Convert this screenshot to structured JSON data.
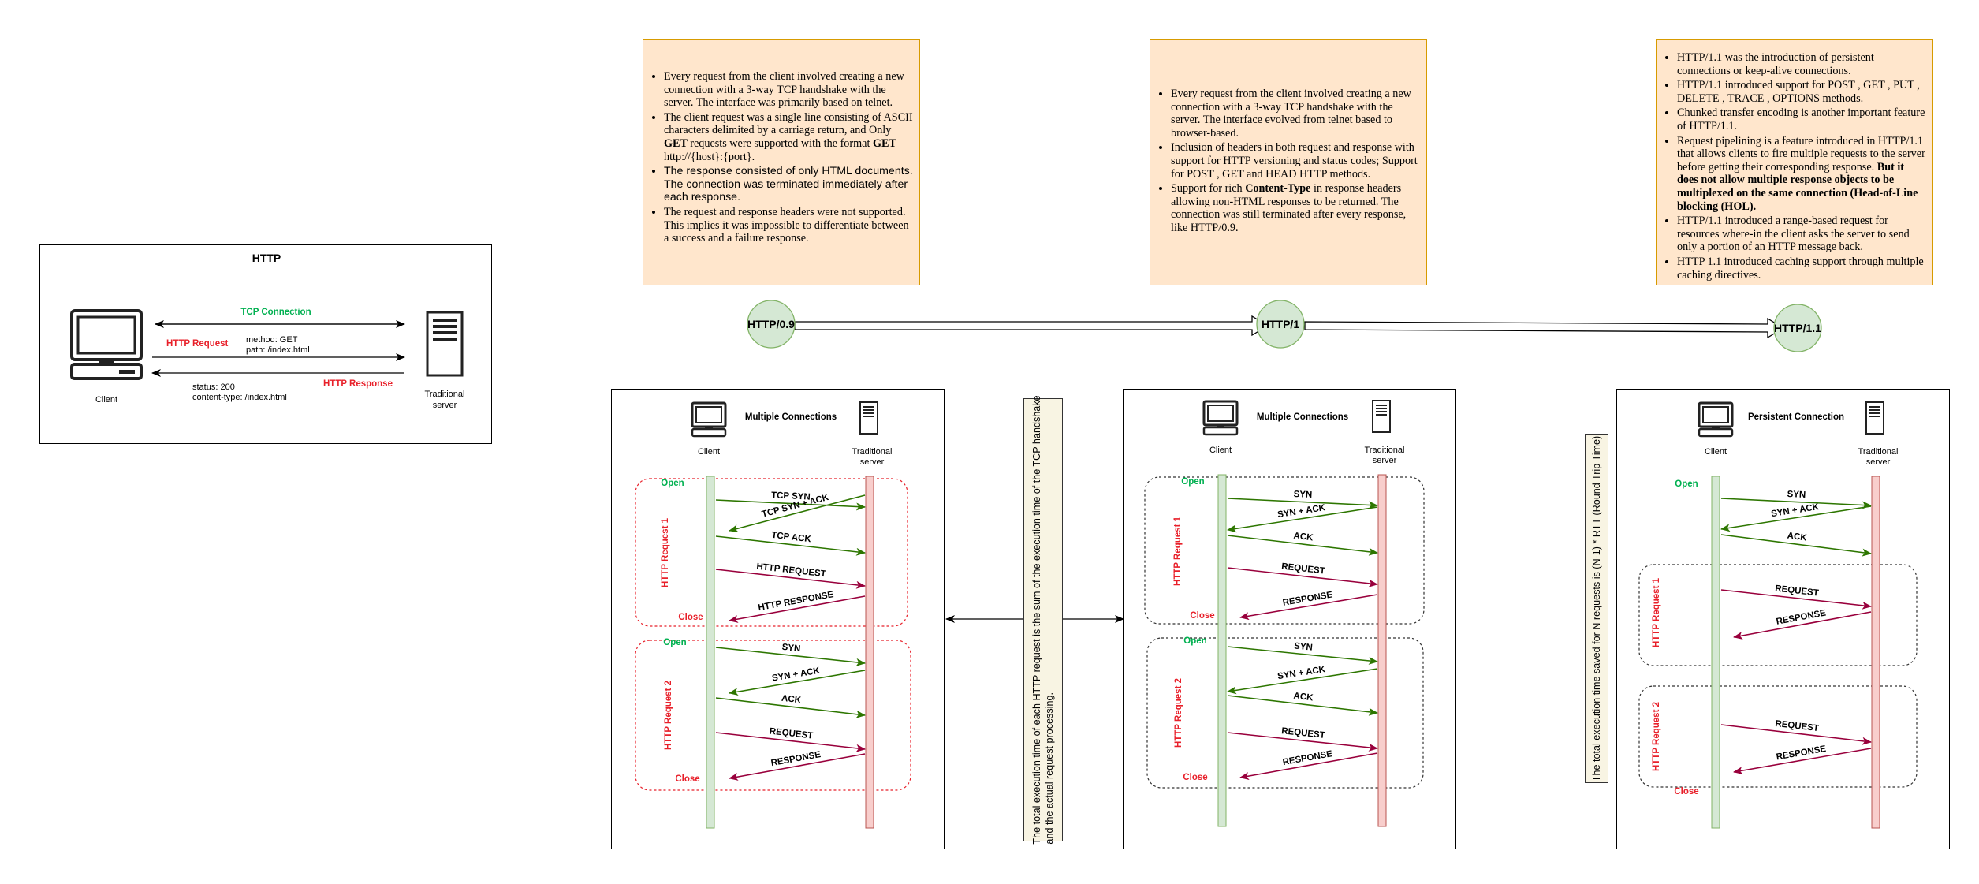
{
  "http_box": {
    "title": "HTTP",
    "tcp_connection": "TCP Connection",
    "http_request": "HTTP Request",
    "method_line": "method: GET",
    "path_line": "path: /index.html",
    "status_line": "status: 200",
    "content_type_line": "content-type: /index.html",
    "http_response": "HTTP Response",
    "client_label": "Client",
    "server_label_1": "Traditional",
    "server_label_2": "server"
  },
  "notes": {
    "http09": [
      "Every request from the client involved creating a new connection with a 3-way TCP handshake with the server. The interface was primarily based on telnet.",
      "The client request was a single line consisting of ASCII characters delimited by a carriage return, and Only GET requests were supported with the format GET http://{host}:{port}.",
      "The response consisted of only HTML documents. The connection was terminated immediately after each response.",
      "The request and response headers were not supported. This implies it was impossible to differentiate between a success and a failure response."
    ],
    "http1": [
      "Every request from the client involved creating a new connection with a 3-way TCP handshake with the server. The interface evolved from telnet based to browser-based.",
      "Inclusion of headers in both request and response with support for HTTP versioning and status codes; Support for POST , GET and HEAD HTTP methods.",
      "Support for rich Content-Type in response headers allowing non-HTML responses to be returned. The connection was still terminated after every response, like HTTP/0.9."
    ],
    "http11": [
      "HTTP/1.1 was the introduction of persistent connections or keep-alive connections.",
      "HTTP/1.1 introduced support for POST , GET , PUT , DELETE , TRACE , OPTIONS methods.",
      "Chunked transfer encoding is another important feature of HTTP/1.1.",
      "Request pipelining is a feature introduced in HTTP/1.1 that allows clients to fire multiple requests to the server before getting their corresponding response. But it does not allow multiple response objects to be multiplexed on the same connection (Head-of-Line blocking (HOL).",
      "HTTP/1.1 introduced a range-based request for resources where-in the client asks the server to send only a portion of an HTTP message back.",
      "HTTP 1.1 introduced caching support through multiple caching directives."
    ]
  },
  "timeline": {
    "v09": "HTTP/0.9",
    "v1": "HTTP/1",
    "v11": "HTTP/1.1"
  },
  "panels": {
    "p1": {
      "title": "Multiple Connections",
      "client": "Client",
      "server_1": "Traditional",
      "server_2": "server",
      "open1": "Open",
      "close1": "Close",
      "open2": "Open",
      "close2": "Close",
      "group1": "HTTP Request 1",
      "group2": "HTTP Request 2",
      "msgs1": [
        "TCP SYN",
        "TCP SYN + ACK",
        "TCP ACK",
        "HTTP REQUEST",
        "HTTP RESPONSE"
      ],
      "msgs2": [
        "SYN",
        "SYN + ACK",
        "ACK",
        "REQUEST",
        "RESPONSE"
      ]
    },
    "p2": {
      "title": "Multiple Connections",
      "client": "Client",
      "server_1": "Traditional",
      "server_2": "server",
      "open1": "Open",
      "close1": "Close",
      "open2": "Open",
      "close2": "Close",
      "group1": "HTTP Request 1",
      "group2": "HTTP Request 2",
      "msgs1": [
        "SYN",
        "SYN + ACK",
        "ACK",
        "REQUEST",
        "RESPONSE"
      ],
      "msgs2": [
        "SYN",
        "SYN + ACK",
        "ACK",
        "REQUEST",
        "RESPONSE"
      ]
    },
    "p3": {
      "title": "Persistent Connection",
      "client": "Client",
      "server_1": "Traditional",
      "server_2": "server",
      "open": "Open",
      "close": "Close",
      "group1": "HTTP Request 1",
      "group2": "HTTP Request 2",
      "handshake": [
        "SYN",
        "SYN + ACK",
        "ACK"
      ],
      "msgs1": [
        "REQUEST",
        "RESPONSE"
      ],
      "msgs2": [
        "REQUEST",
        "RESPONSE"
      ]
    }
  },
  "side_notes": {
    "middle_line1": "The total execution time of each HTTP request is the sum of the execution time of the TCP handshake",
    "middle_line2": "and the actual request processing.",
    "right": "The total execution time saved for N requests is (N-1) * RTT (Round Trip Time)"
  },
  "colors": {
    "green_text": "#00b050",
    "red_text": "#e8202a",
    "green_arrow": "#2d7600",
    "red_arrow": "#99003c",
    "note_fill": "#ffe6cc",
    "note_border": "#d79b00",
    "circle_fill": "#d5e8d4",
    "circle_border": "#82b366",
    "client_line": "#d5e8d4",
    "server_line": "#f8cecc"
  }
}
